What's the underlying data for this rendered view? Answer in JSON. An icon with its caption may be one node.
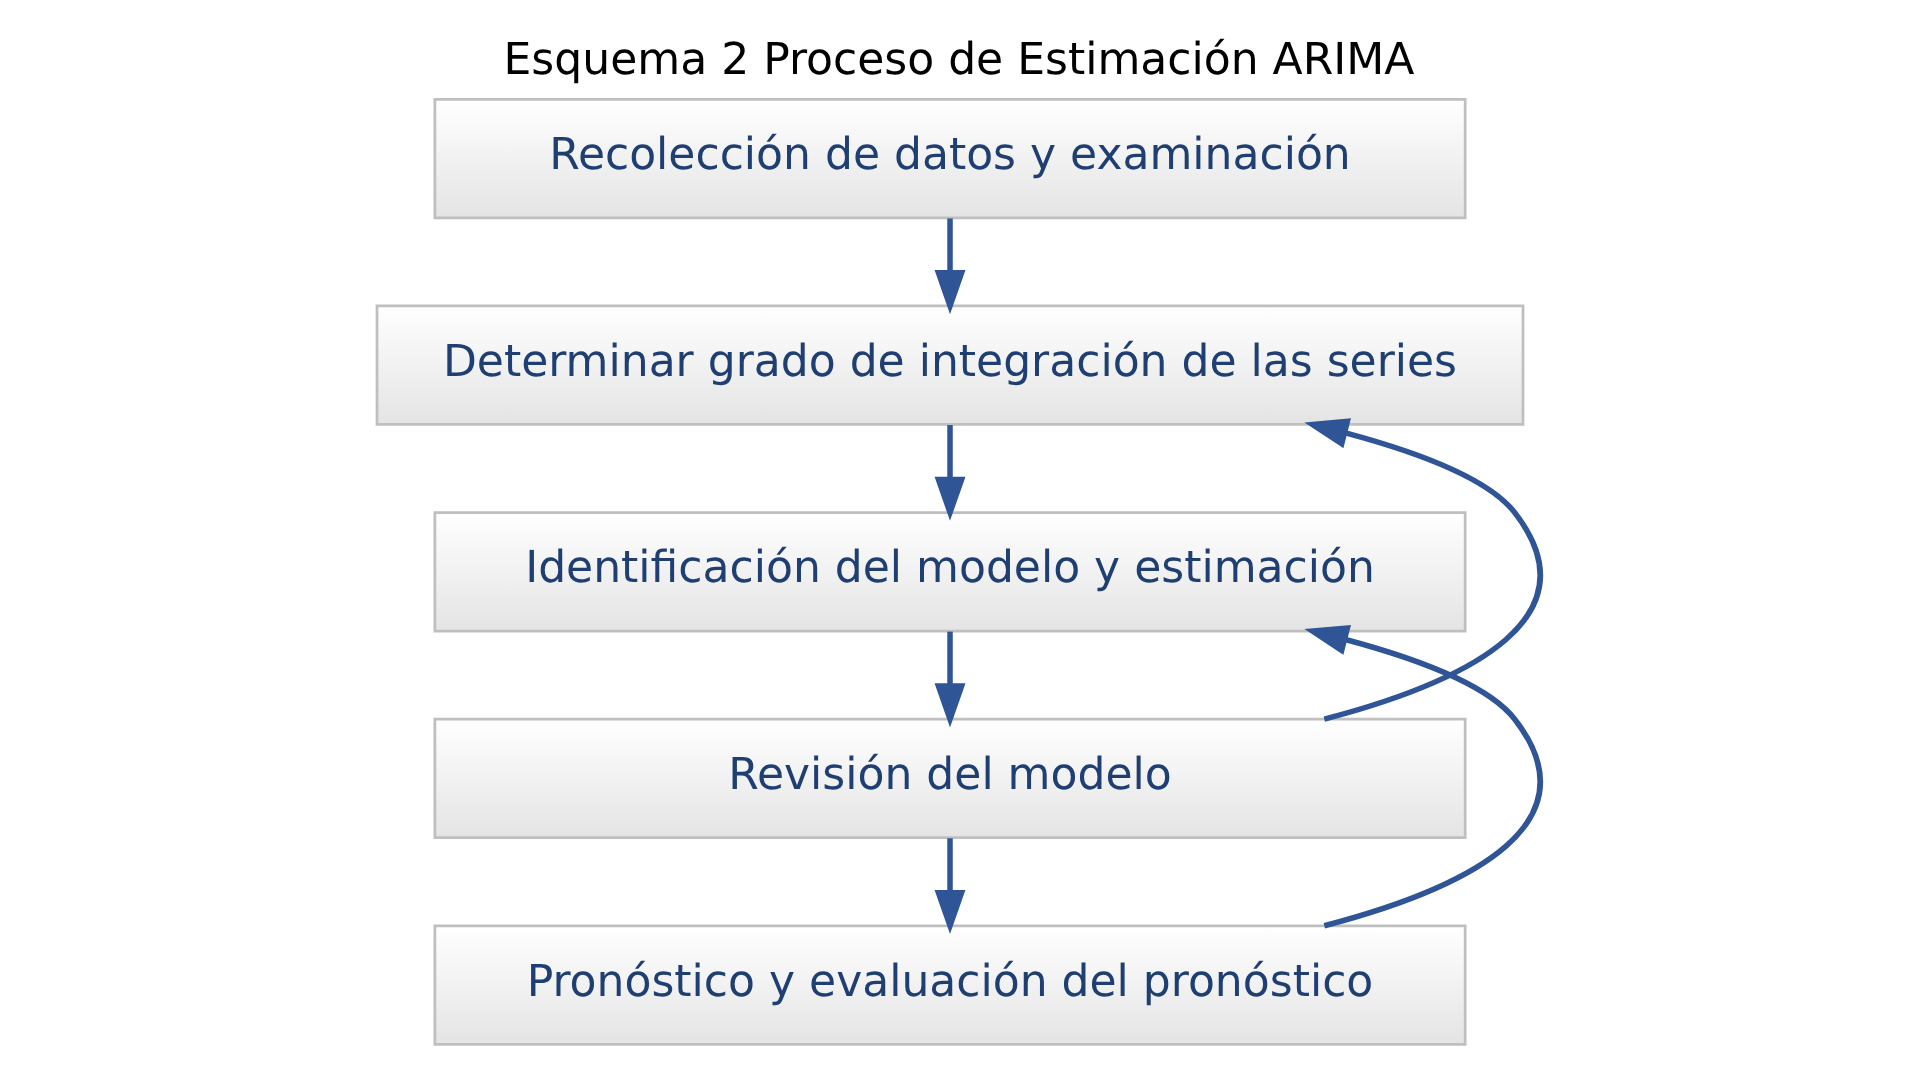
{
  "diagram": {
    "title": "Esquema 2 Proceso de Estimación ARIMA",
    "nodes": [
      {
        "text": [
          "Recolección de datos y examinación"
        ]
      },
      {
        "text": [
          "Determinar grado de integración de las series"
        ]
      },
      {
        "text": [
          "Identificación del modelo y estimación"
        ]
      },
      {
        "text": [
          "Revisión del modelo"
        ]
      },
      {
        "text": [
          "Pronóstico y evaluación del pronóstico"
        ]
      }
    ],
    "edges": [
      {
        "from": 0,
        "to": 1,
        "arrow": "to"
      },
      {
        "from": 1,
        "to": 2,
        "arrow": "to"
      },
      {
        "from": 2,
        "to": 3,
        "arrow": "to"
      },
      {
        "from": 3,
        "to": 4,
        "arrow": "to"
      },
      {
        "from": 3,
        "to": 1,
        "arrow": "to"
      },
      {
        "from": 4,
        "to": 2,
        "arrow": "to"
      }
    ]
  }
}
